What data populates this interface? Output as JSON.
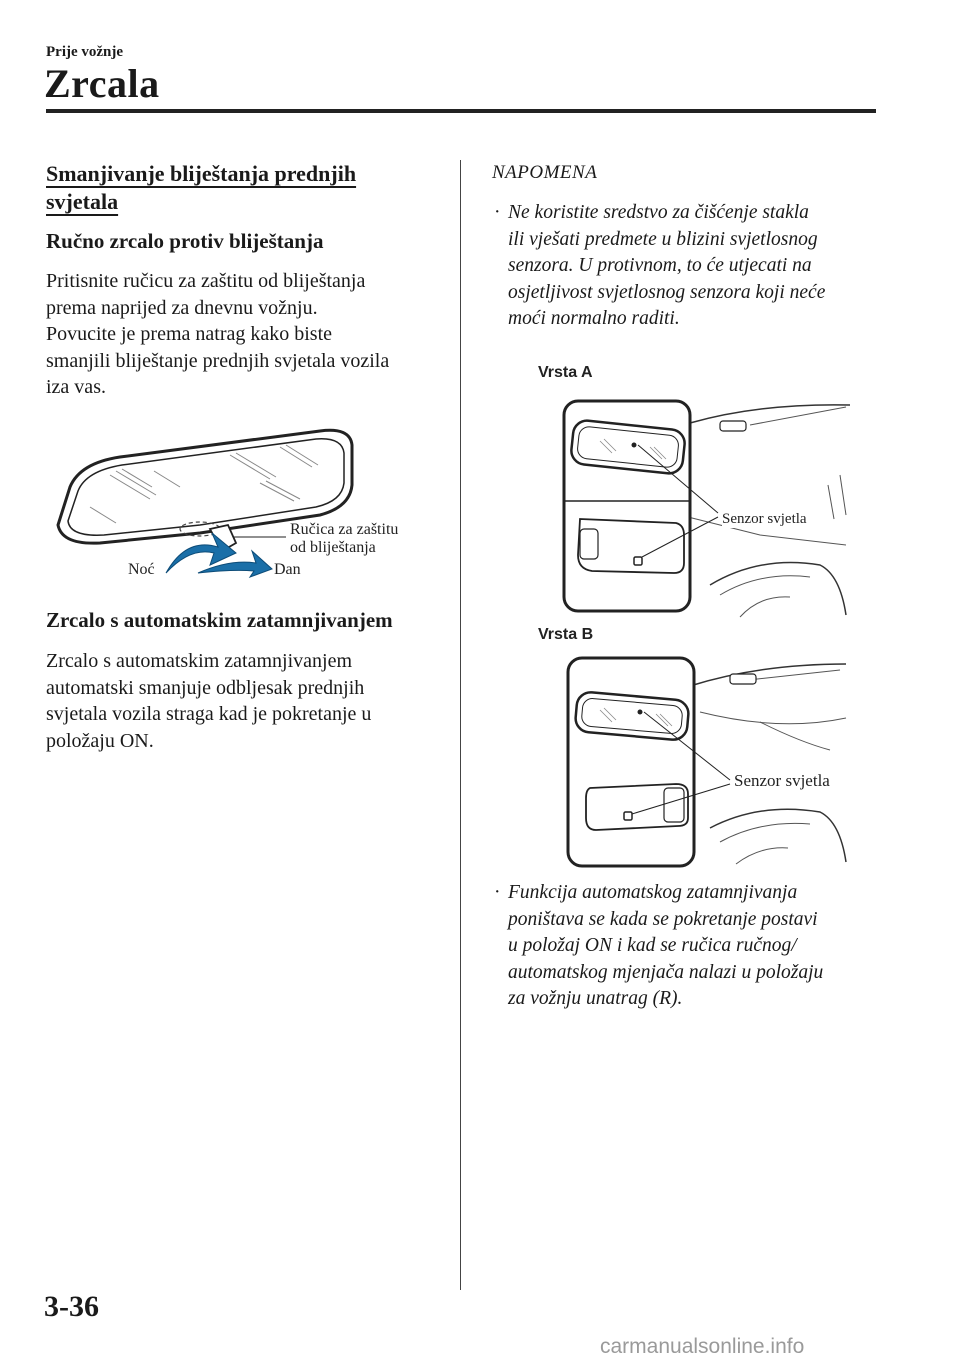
{
  "header": {
    "section": "Prije vožnje",
    "chapter": "Zrcala"
  },
  "left": {
    "heading_line1": "Smanjivanje bliještanja prednjih",
    "heading_line2": "svjetala",
    "manual_title": "Ručno zrcalo protiv bliještanja",
    "manual_text": [
      "Pritisnite ručicu za zaštitu od bliještanja",
      "prema naprijed za dnevnu vožnju.",
      "Povucite je prema natrag kako biste",
      "smanjili bliještanje prednjih svjetala vozila",
      "iza vas."
    ],
    "figure": {
      "lever_label_line1": "Ručica za zaštitu",
      "lever_label_line2": "od bliještanja",
      "night_label": "Noć",
      "day_label": "Dan"
    },
    "auto_title": "Zrcalo s automatskim zatamnjivanjem",
    "auto_text": [
      "Zrcalo s automatskim zatamnjivanjem",
      "automatski smanjuje odbljesak prednjih",
      "svjetala vozila straga kad je pokretanje u",
      "položaju ON."
    ]
  },
  "right": {
    "note_heading": "NAPOMENA",
    "note1": [
      "Ne koristite sredstvo za čišćenje stakla",
      "ili vješati predmete u blizini svjetlosnog",
      "senzora. U protivnom, to će utjecati na",
      "osjetljivost svjetlosnog senzora koji neće",
      "moći normalno raditi."
    ],
    "type_a_label": "Vrsta A",
    "type_b_label": "Vrsta B",
    "sensor_label_a": "Senzor svjetla",
    "sensor_label_b": "Senzor svjetla",
    "note2": [
      "Funkcija automatskog zatamnjivanja",
      "poništava se kada se pokretanje postavi",
      "u položaj ON i kad se ručica ručnog/",
      "automatskog mjenjača nalazi u položaju",
      "za vožnju unatrag (R)."
    ]
  },
  "footer": {
    "page_number": "3-36",
    "watermark": "carmanualsonline.info"
  }
}
